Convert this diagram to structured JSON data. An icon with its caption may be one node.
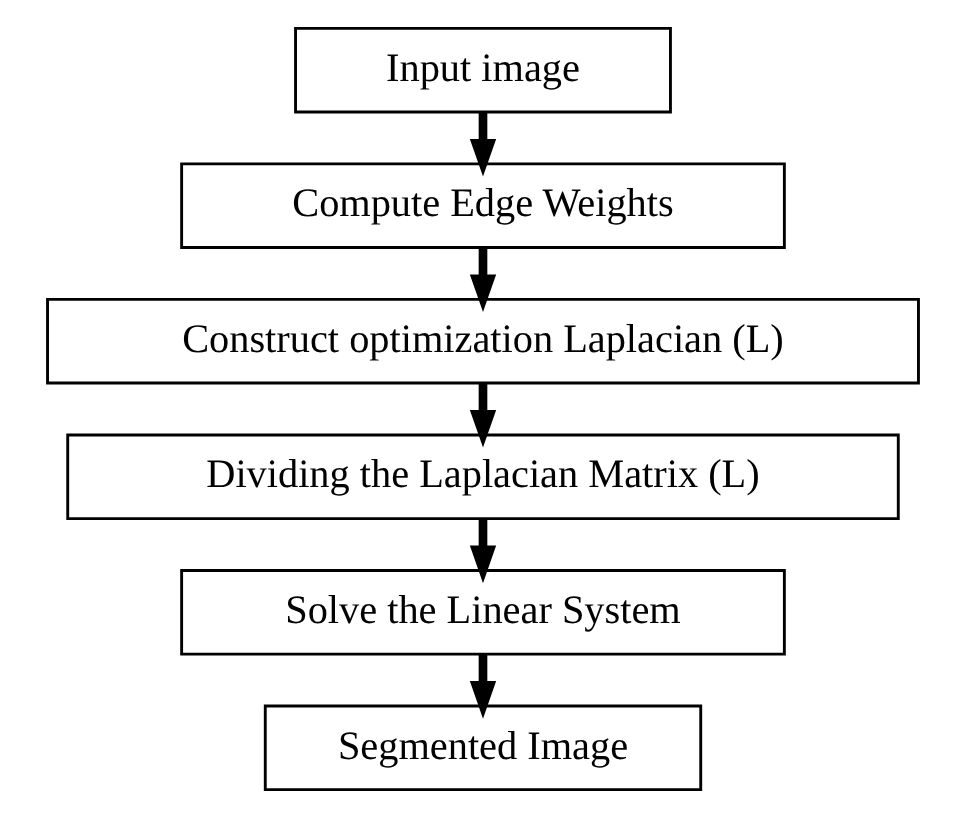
{
  "diagram": {
    "nodes": [
      {
        "text": [
          "Input image"
        ]
      },
      {
        "text": [
          "Compute Edge Weights"
        ]
      },
      {
        "text": [
          "Construct optimization Laplacian (L)"
        ]
      },
      {
        "text": [
          "Dividing the Laplacian Matrix (L)"
        ]
      },
      {
        "text": [
          "Solve the Linear System"
        ]
      },
      {
        "text": [
          "Segmented Image"
        ]
      }
    ],
    "edges": [
      {
        "from": 0,
        "to": 1,
        "arrow": "to"
      },
      {
        "from": 1,
        "to": 2,
        "arrow": "to"
      },
      {
        "from": 2,
        "to": 3,
        "arrow": "to"
      },
      {
        "from": 3,
        "to": 4,
        "arrow": "to"
      },
      {
        "from": 4,
        "to": 5,
        "arrow": "to"
      }
    ]
  }
}
